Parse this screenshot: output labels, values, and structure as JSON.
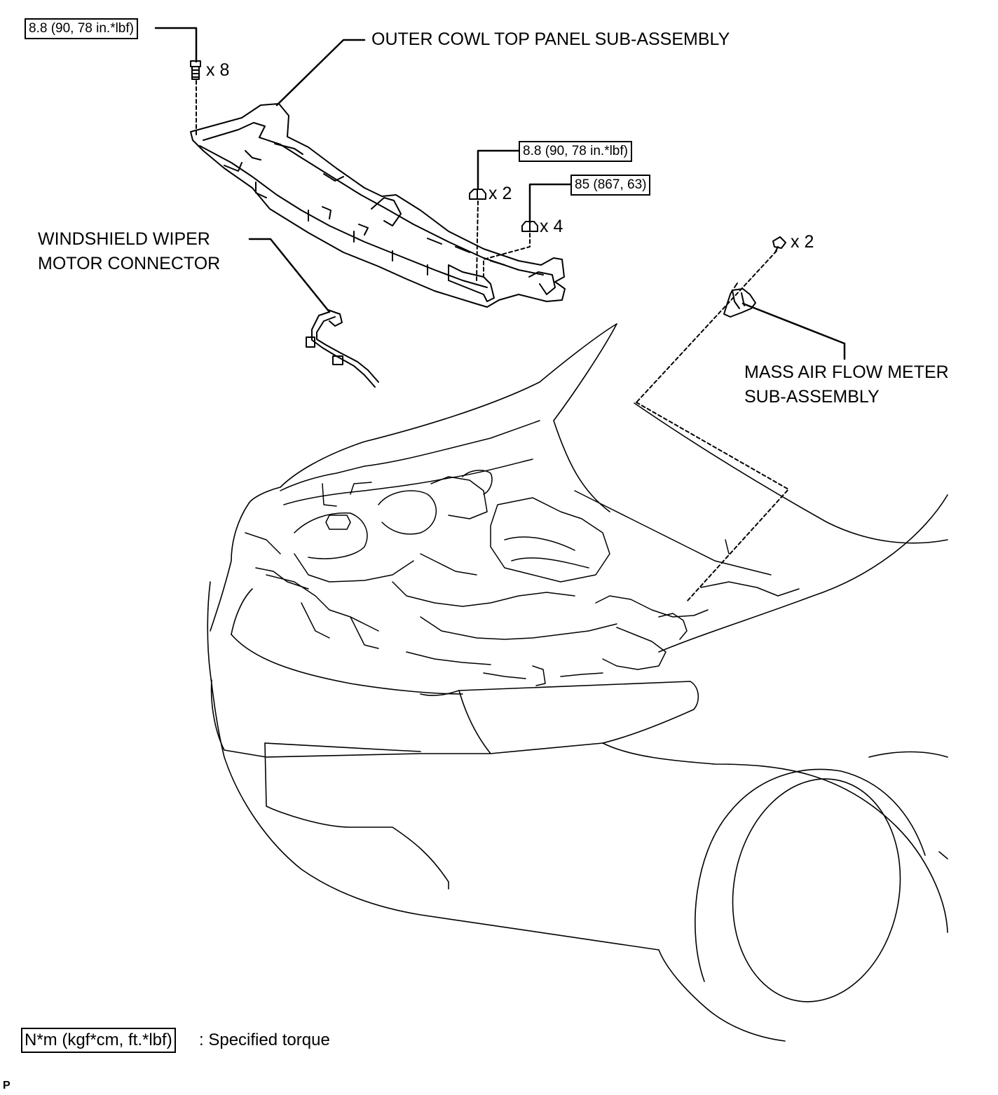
{
  "labels": {
    "outer_cowl": "OUTER COWL TOP PANEL SUB-ASSEMBLY",
    "wiper_connector_line1": "WINDSHIELD WIPER",
    "wiper_connector_line2": "MOTOR CONNECTOR",
    "maf_line1": "MASS AIR FLOW METER",
    "maf_line2": "SUB-ASSEMBLY"
  },
  "torque": {
    "bolts_cowl": "8.8 (90, 78 in.*lbf)",
    "nuts_cowl": "8.8 (90, 78 in.*lbf)",
    "nuts_strut": "85 (867, 63)"
  },
  "quantities": {
    "bolts_cowl": "x 8",
    "nuts_cowl": "x 2",
    "nuts_strut": "x 4",
    "clips_maf": "x 2"
  },
  "legend": {
    "unit_box": "N*m (kgf*cm, ft.*lbf)",
    "meaning": ": Specified torque"
  },
  "corner_code": "P"
}
